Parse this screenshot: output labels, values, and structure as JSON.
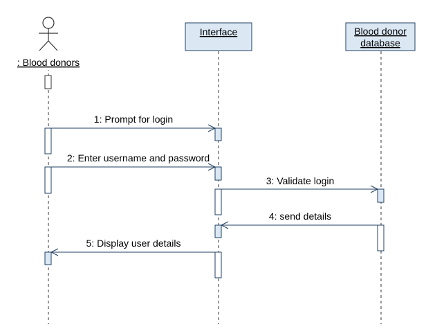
{
  "actor": {
    "name": ": Blood donors"
  },
  "lifelines": [
    {
      "name": "Interface"
    },
    {
      "name_line1": "Blood donor",
      "name_line2": "database"
    }
  ],
  "messages": [
    {
      "label": "1: Prompt for login"
    },
    {
      "label": "2: Enter username and password"
    },
    {
      "label": "3: Validate login"
    },
    {
      "label": "4: send details"
    },
    {
      "label": "5: Display user details"
    }
  ],
  "colors": {
    "object_fill": "#dbe8f4",
    "object_border": "#1f3f60",
    "arrow": "#1f3f60"
  }
}
